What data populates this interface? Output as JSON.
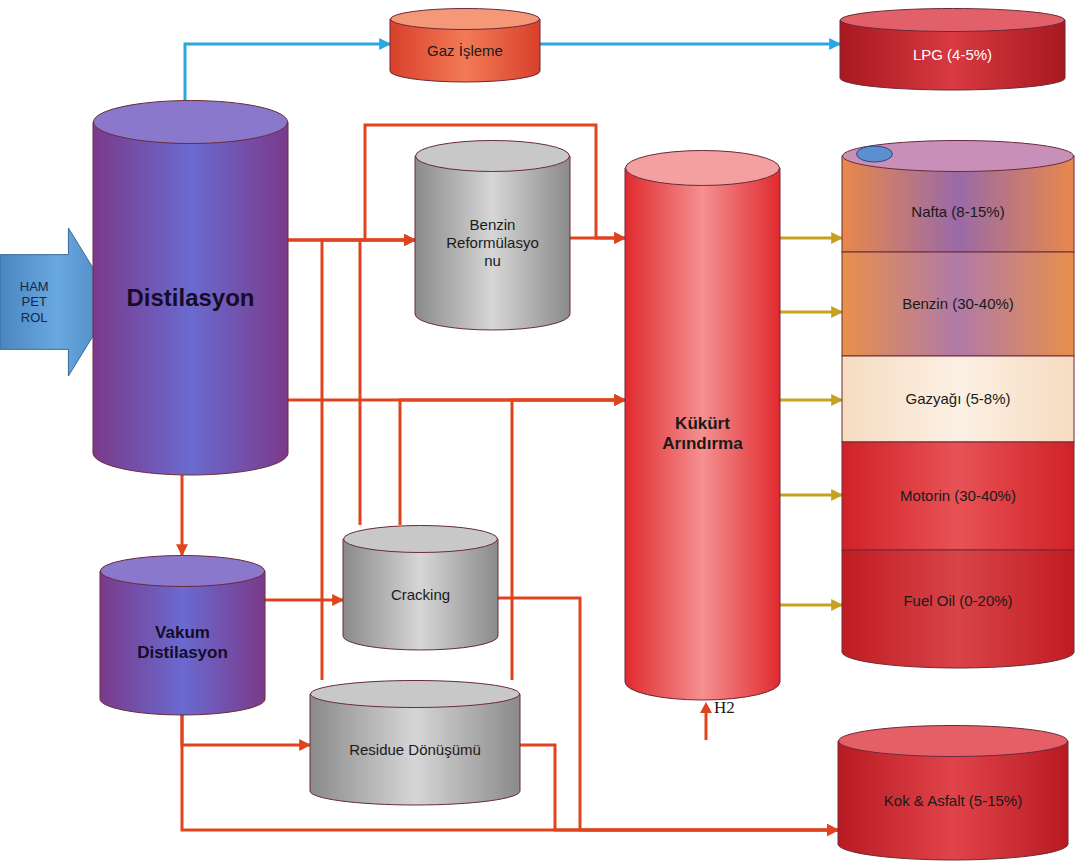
{
  "diagram": {
    "nodes": [
      {
        "text": [
          "Gaz İşleme"
        ]
      },
      {
        "text": [
          "LPG (4-5%)"
        ]
      },
      {
        "text": [
          "HAM PET ROL"
        ]
      },
      {
        "text": [
          "Distilasyon"
        ]
      },
      {
        "text": [
          "Benzin Reformülasyo nu"
        ]
      },
      {
        "text": [
          "Kükürt Arındırma"
        ]
      },
      {
        "text": [
          "Nafta (8-15%)"
        ]
      },
      {
        "text": [
          "Benzin (30-40%)"
        ]
      },
      {
        "text": [
          "Gazyağı (5-8%)"
        ]
      },
      {
        "text": [
          "Motorin (30-40%)"
        ]
      },
      {
        "text": [
          "Fuel Oil (0-20%)"
        ]
      },
      {
        "text": [
          "Vakum Distilasyon"
        ]
      },
      {
        "text": [
          "Cracking"
        ]
      },
      {
        "text": [
          "Residue Dönüşümü"
        ]
      },
      {
        "text": [
          "Kok & Asfalt (5-15%)"
        ]
      }
    ],
    "edges": [
      {
        "from": 3,
        "to": 0,
        "arrow": "to"
      },
      {
        "from": 0,
        "to": 1,
        "arrow": "to"
      },
      {
        "from": 3,
        "to": 4,
        "arrow": "to"
      },
      {
        "from": 3,
        "to": 5,
        "arrow": "to"
      },
      {
        "from": 4,
        "to": 5,
        "arrow": "to"
      },
      {
        "from": 3,
        "to": 5,
        "arrow": "to"
      },
      {
        "from": 3,
        "to": 11,
        "arrow": "to"
      },
      {
        "from": 11,
        "to": 12,
        "arrow": "to"
      },
      {
        "from": 11,
        "to": 13,
        "arrow": "to"
      },
      {
        "from": 11,
        "to": 14,
        "arrow": "to"
      },
      {
        "from": 13,
        "to": 4,
        "arrow": "to"
      },
      {
        "from": 12,
        "to": 4,
        "arrow": "to"
      },
      {
        "from": 12,
        "to": 5,
        "arrow": "to"
      },
      {
        "from": 13,
        "to": 5,
        "arrow": "to"
      },
      {
        "from": 12,
        "to": 14,
        "arrow": "to"
      },
      {
        "from": 13,
        "to": 14,
        "arrow": "to"
      },
      {
        "from": 5,
        "to": 6,
        "arrow": "to"
      },
      {
        "from": 5,
        "to": 7,
        "arrow": "to"
      },
      {
        "from": 5,
        "to": 8,
        "arrow": "to"
      },
      {
        "from": 5,
        "to": 9,
        "arrow": "to"
      },
      {
        "from": 5,
        "to": 10,
        "arrow": "to"
      }
    ],
    "labels": [
      "H2"
    ]
  }
}
